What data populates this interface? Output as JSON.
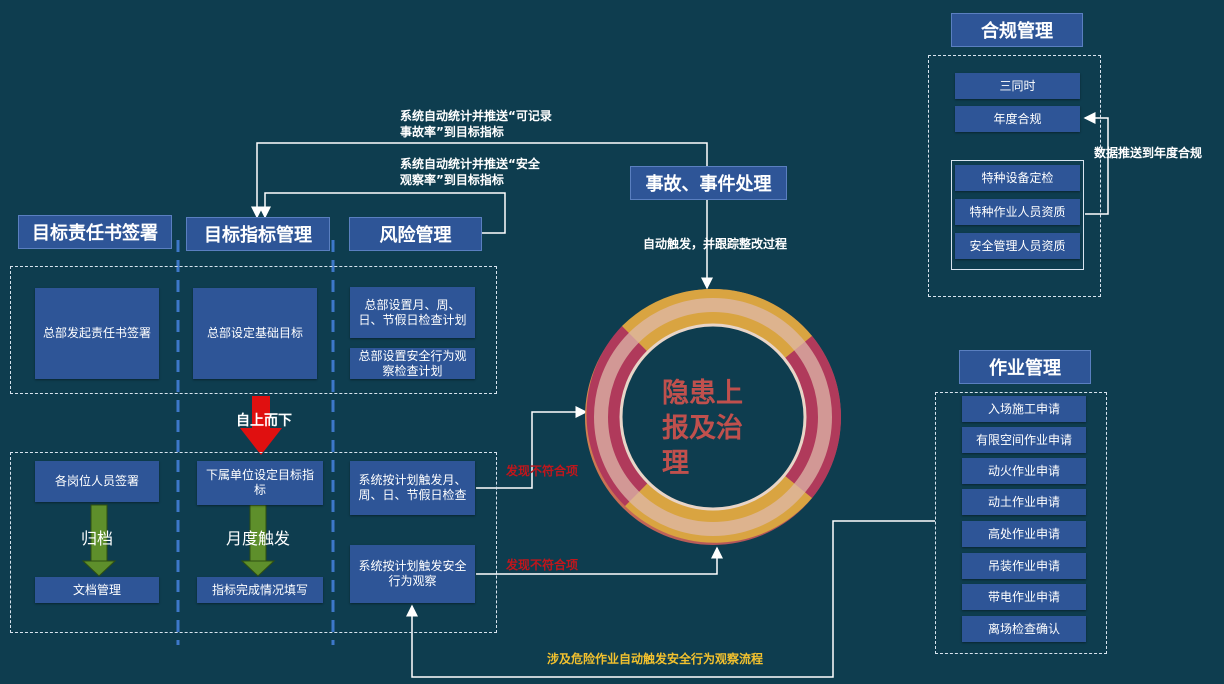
{
  "headers": {
    "target_responsibility": "目标责任书签署",
    "target_indicator": "目标指标管理",
    "risk": "风险管理",
    "accident": "事故、事件处理",
    "compliance": "合规管理",
    "operation": "作业管理"
  },
  "left_top": {
    "hq_sign": "总部发起责任书签署",
    "hq_target": "总部设定基础目标",
    "risk_plan1": "总部设置月、周、日、节假日检查计划",
    "risk_plan2": "总部设置安全行为观察检查计划"
  },
  "left_bottom": {
    "staff_sign": "各岗位人员签署",
    "archive": "归档",
    "doc_mgmt": "文档管理",
    "sub_target": "下属单位设定目标指标",
    "monthly": "月度触发",
    "fill": "指标完成情况填写",
    "trigger_check": "系统按计划触发月、周、日、节假日检查",
    "trigger_obs": "系统按计划触发安全行为观察"
  },
  "labels": {
    "top_down": "自上而下",
    "push1": "系统自动统计并推送“可记录事故率”到目标指标",
    "push2": "系统自动统计并推送“安全观察率”到目标指标",
    "auto_trigger": "自动触发，并跟踪整改过程",
    "noncompliant1": "发现不符合项",
    "noncompliant2": "发现不符合项",
    "dangerous_flow": "涉及危险作业自动触发安全行为观察流程",
    "data_push": "数据推送到年度合规"
  },
  "center": {
    "text": "隐患上报及治理"
  },
  "compliance_items": [
    "三同时",
    "年度合规"
  ],
  "compliance_sub_items": [
    "特种设备定检",
    "特种作业人员资质",
    "安全管理人员资质"
  ],
  "operation_items": [
    "入场施工申请",
    "有限空间作业申请",
    "动火作业申请",
    "动土作业申请",
    "高处作业申请",
    "吊装作业申请",
    "带电作业申请",
    "离场检查确认"
  ],
  "colors": {
    "background": "#0e3d4f",
    "box": "#2e5597",
    "ring_orange": "#d9a441",
    "ring_red": "#b03a5b",
    "center_text": "#c0504d"
  }
}
